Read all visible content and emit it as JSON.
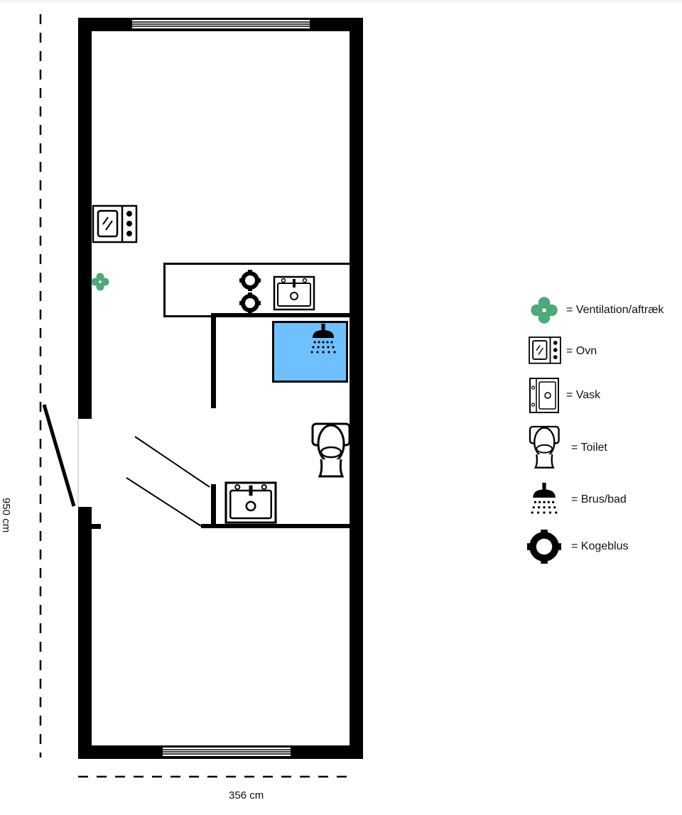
{
  "dimensions": {
    "width": "356 cm",
    "height": "950 cm"
  },
  "legend": [
    {
      "icon": "ventilation-icon",
      "label": "= Ventilation/aftræk",
      "color": "#4fa877"
    },
    {
      "icon": "oven-icon",
      "label": "= Ovn"
    },
    {
      "icon": "sink-icon",
      "label": "= Vask"
    },
    {
      "icon": "toilet-icon",
      "label": "= Toilet"
    },
    {
      "icon": "shower-icon",
      "label": "= Brus/bad"
    },
    {
      "icon": "burner-icon",
      "label": "= Kogeblus"
    }
  ],
  "colors": {
    "wall": "#000000",
    "shower_fill": "#6fc0ff",
    "ventilation": "#4fa877"
  }
}
